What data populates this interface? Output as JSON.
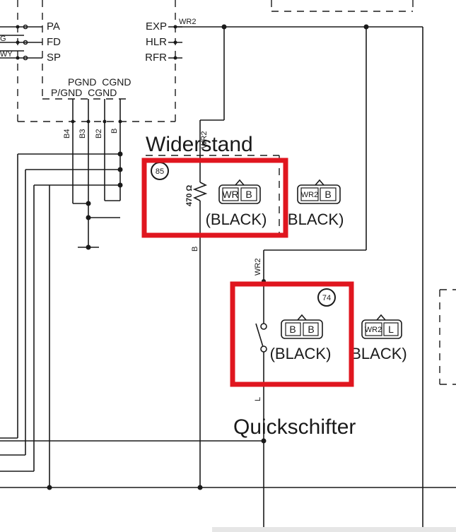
{
  "ecu": {
    "pins_left": [
      "PA",
      "FD",
      "SP"
    ],
    "pins_right": [
      "EXP",
      "HLR",
      "RFR"
    ],
    "pins_bottom_upper": "PGND  CGND",
    "pins_bottom_lower": "P/GND  CGND",
    "left_wire_labels": [
      "G",
      "WY"
    ],
    "exp_wire_label": "WR2",
    "bottom_wire_labels": [
      "B4",
      "B3",
      "B2",
      "B"
    ]
  },
  "resistor": {
    "title": "Widerstand",
    "index": "85",
    "value_label": "470 Ω",
    "top_wire_label": "WR2",
    "bottom_wire_label": "B",
    "connector_pins": [
      "WR",
      "B"
    ],
    "connector_color": "(BLACK)",
    "mate_pins": [
      "WR2",
      "B"
    ],
    "mate_color": "(BLACK)"
  },
  "quickshifter": {
    "title": "Quickschifter",
    "index": "74",
    "top_wire_label": "WR2",
    "bottom_wire_label": "L",
    "connector_pins": [
      "B",
      "B"
    ],
    "connector_color": "(BLACK)",
    "mate_pins": [
      "WR2",
      "L"
    ],
    "mate_color": "BLACK)"
  },
  "colors": {
    "highlight": "#e0161f",
    "line": "#1a1a1a"
  }
}
